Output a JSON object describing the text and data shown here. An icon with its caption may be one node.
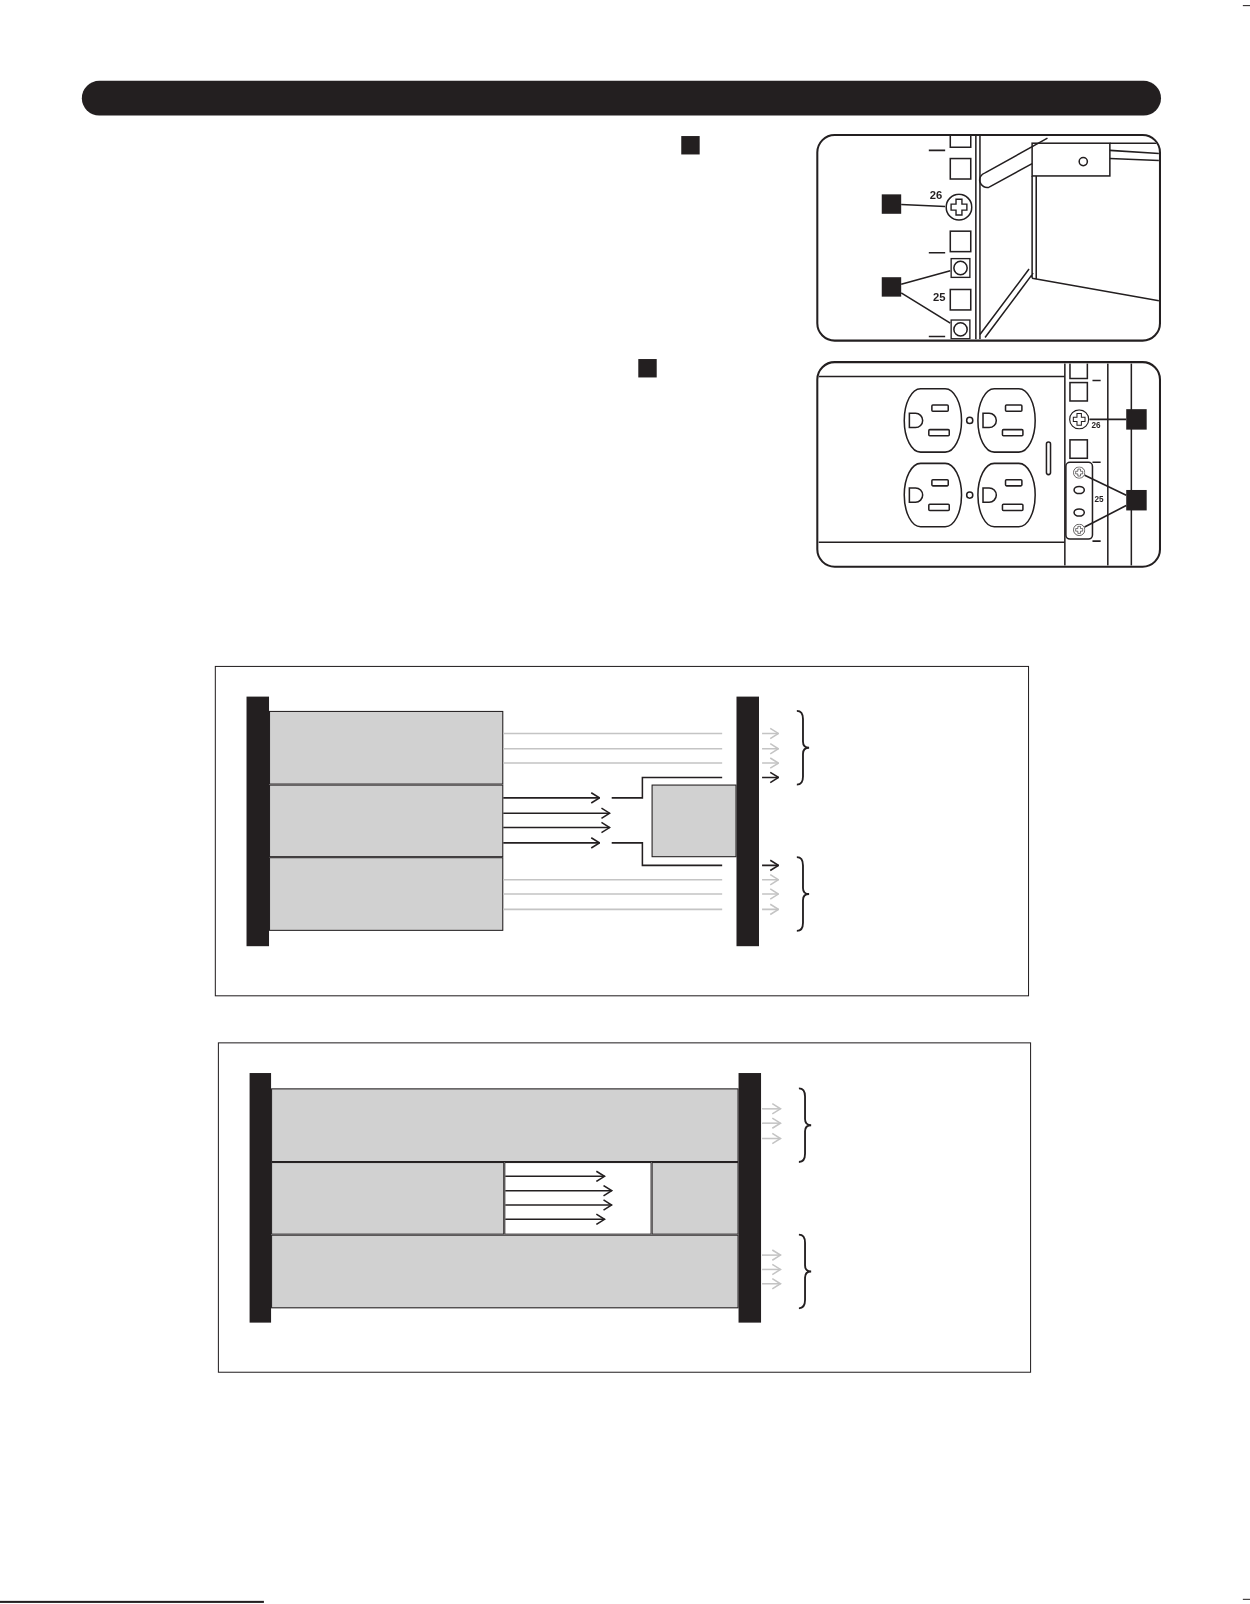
{
  "diagram": {
    "nodes": [
      {
        "text": [],
        "shape": "box"
      },
      {
        "text": [],
        "shape": "picture"
      },
      {
        "text": [],
        "shape": "box",
        "in": 1
      },
      {
        "text": [],
        "shape": "box",
        "in": 1
      },
      {
        "text": [],
        "shape": "picture",
        "in": 1
      },
      {
        "text": [],
        "shape": "picture",
        "in": 1
      },
      {
        "text": [],
        "shape": "picture",
        "in": 1
      },
      {
        "text": [],
        "shape": "box"
      },
      {
        "text": [],
        "shape": "picture"
      },
      {
        "text": [],
        "shape": "box",
        "in": 8
      },
      {
        "text": [],
        "shape": "box",
        "in": 8
      },
      {
        "text": [],
        "shape": "picture",
        "in": 8
      },
      {
        "text": [],
        "shape": "picture",
        "in": 8
      },
      {
        "text": [],
        "shape": "picture",
        "in": 8
      },
      {
        "text": [],
        "shape": "box"
      },
      {
        "text": [],
        "shape": "bar",
        "in": 14
      },
      {
        "text": [],
        "shape": "box",
        "in": 14
      },
      {
        "text": [],
        "shape": "box",
        "in": 14
      },
      {
        "text": [],
        "shape": "box",
        "in": 14
      },
      {
        "text": [],
        "shape": "box",
        "in": 14
      },
      {
        "text": [],
        "shape": "bar",
        "in": 14
      },
      {
        "text": [],
        "shape": "box"
      },
      {
        "text": [],
        "shape": "bar",
        "in": 21
      },
      {
        "text": [],
        "shape": "box",
        "in": 21
      },
      {
        "text": [],
        "shape": "box",
        "in": 21
      },
      {
        "text": [],
        "shape": "box",
        "in": 21
      },
      {
        "text": [],
        "shape": "box",
        "in": 21
      },
      {
        "text": [],
        "shape": "box",
        "in": 21
      },
      {
        "text": [],
        "shape": "bar",
        "in": 21
      }
    ],
    "edges": [
      {
        "from": 2,
        "to": 4,
        "arrow": "none"
      },
      {
        "from": 3,
        "to": 5,
        "arrow": "none"
      },
      {
        "from": 3,
        "to": 6,
        "arrow": "none"
      },
      {
        "from": 9,
        "to": 11,
        "arrow": "none"
      },
      {
        "from": 10,
        "to": 12,
        "arrow": "none"
      },
      {
        "from": 10,
        "to": 13,
        "arrow": "none"
      }
    ],
    "labels": [
      "26",
      "25",
      "26",
      "25"
    ]
  }
}
